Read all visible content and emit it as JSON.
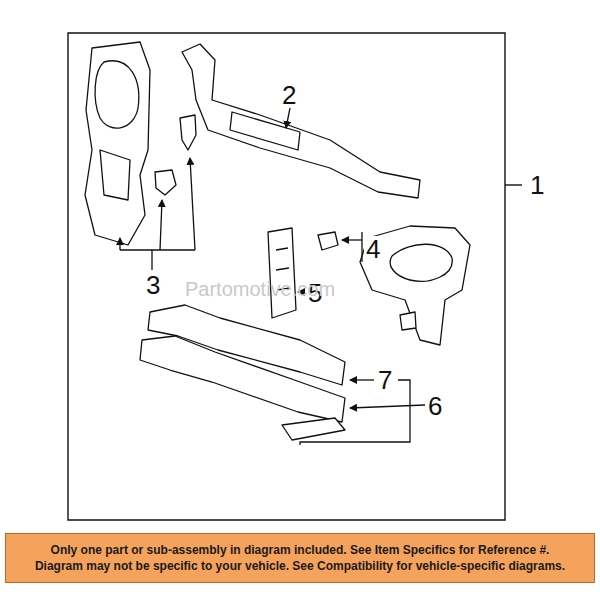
{
  "diagram": {
    "nodes": [
      {
        "text": [
          "Only one part or sub-assembly in diagram included. See Item Specifics for Reference #.",
          "Diagram may not be specific to your vehicle. See Compatibility for vehicle-specific diagrams."
        ]
      }
    ],
    "labels": [
      "1",
      "2",
      "3",
      "4",
      "5",
      "6",
      "7",
      "Partomotive.com"
    ]
  }
}
